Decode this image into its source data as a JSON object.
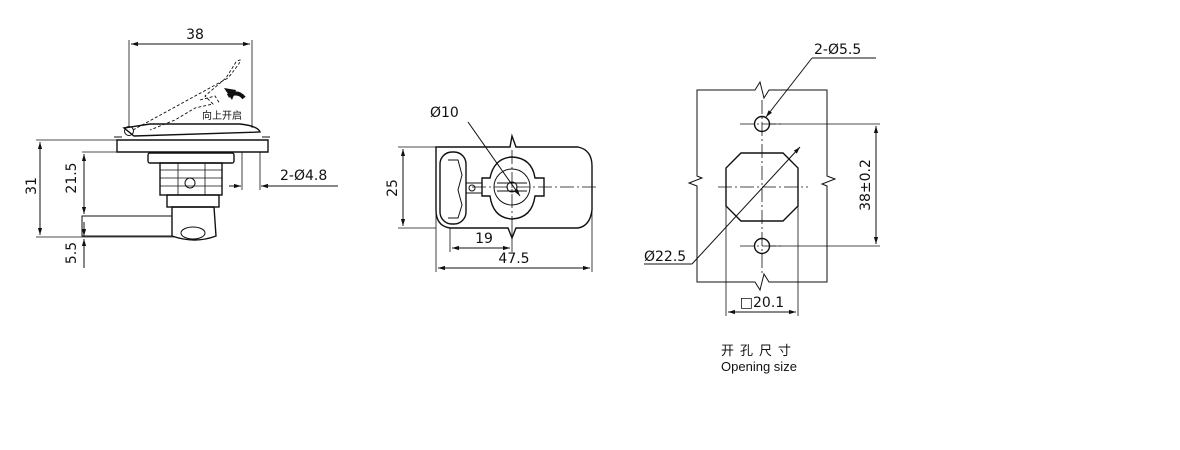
{
  "side_view": {
    "dim_width": "38",
    "dim_height_total": "31",
    "dim_height_body": "21.5",
    "dim_bottom": "5.5",
    "dim_holes": "2-Ø4.8",
    "lift_label": "向上开启"
  },
  "top_view": {
    "dim_hole_diameter": "Ø10",
    "dim_height": "25",
    "dim_offset": "19",
    "dim_length": "47.5"
  },
  "cutout_view": {
    "dim_holes": "2-Ø5.5",
    "dim_pitch": "38±0.2",
    "dim_diameter": "Ø22.5",
    "dim_square": "□20.1",
    "caption_cn": "开孔尺寸",
    "caption_en": "Opening size"
  }
}
